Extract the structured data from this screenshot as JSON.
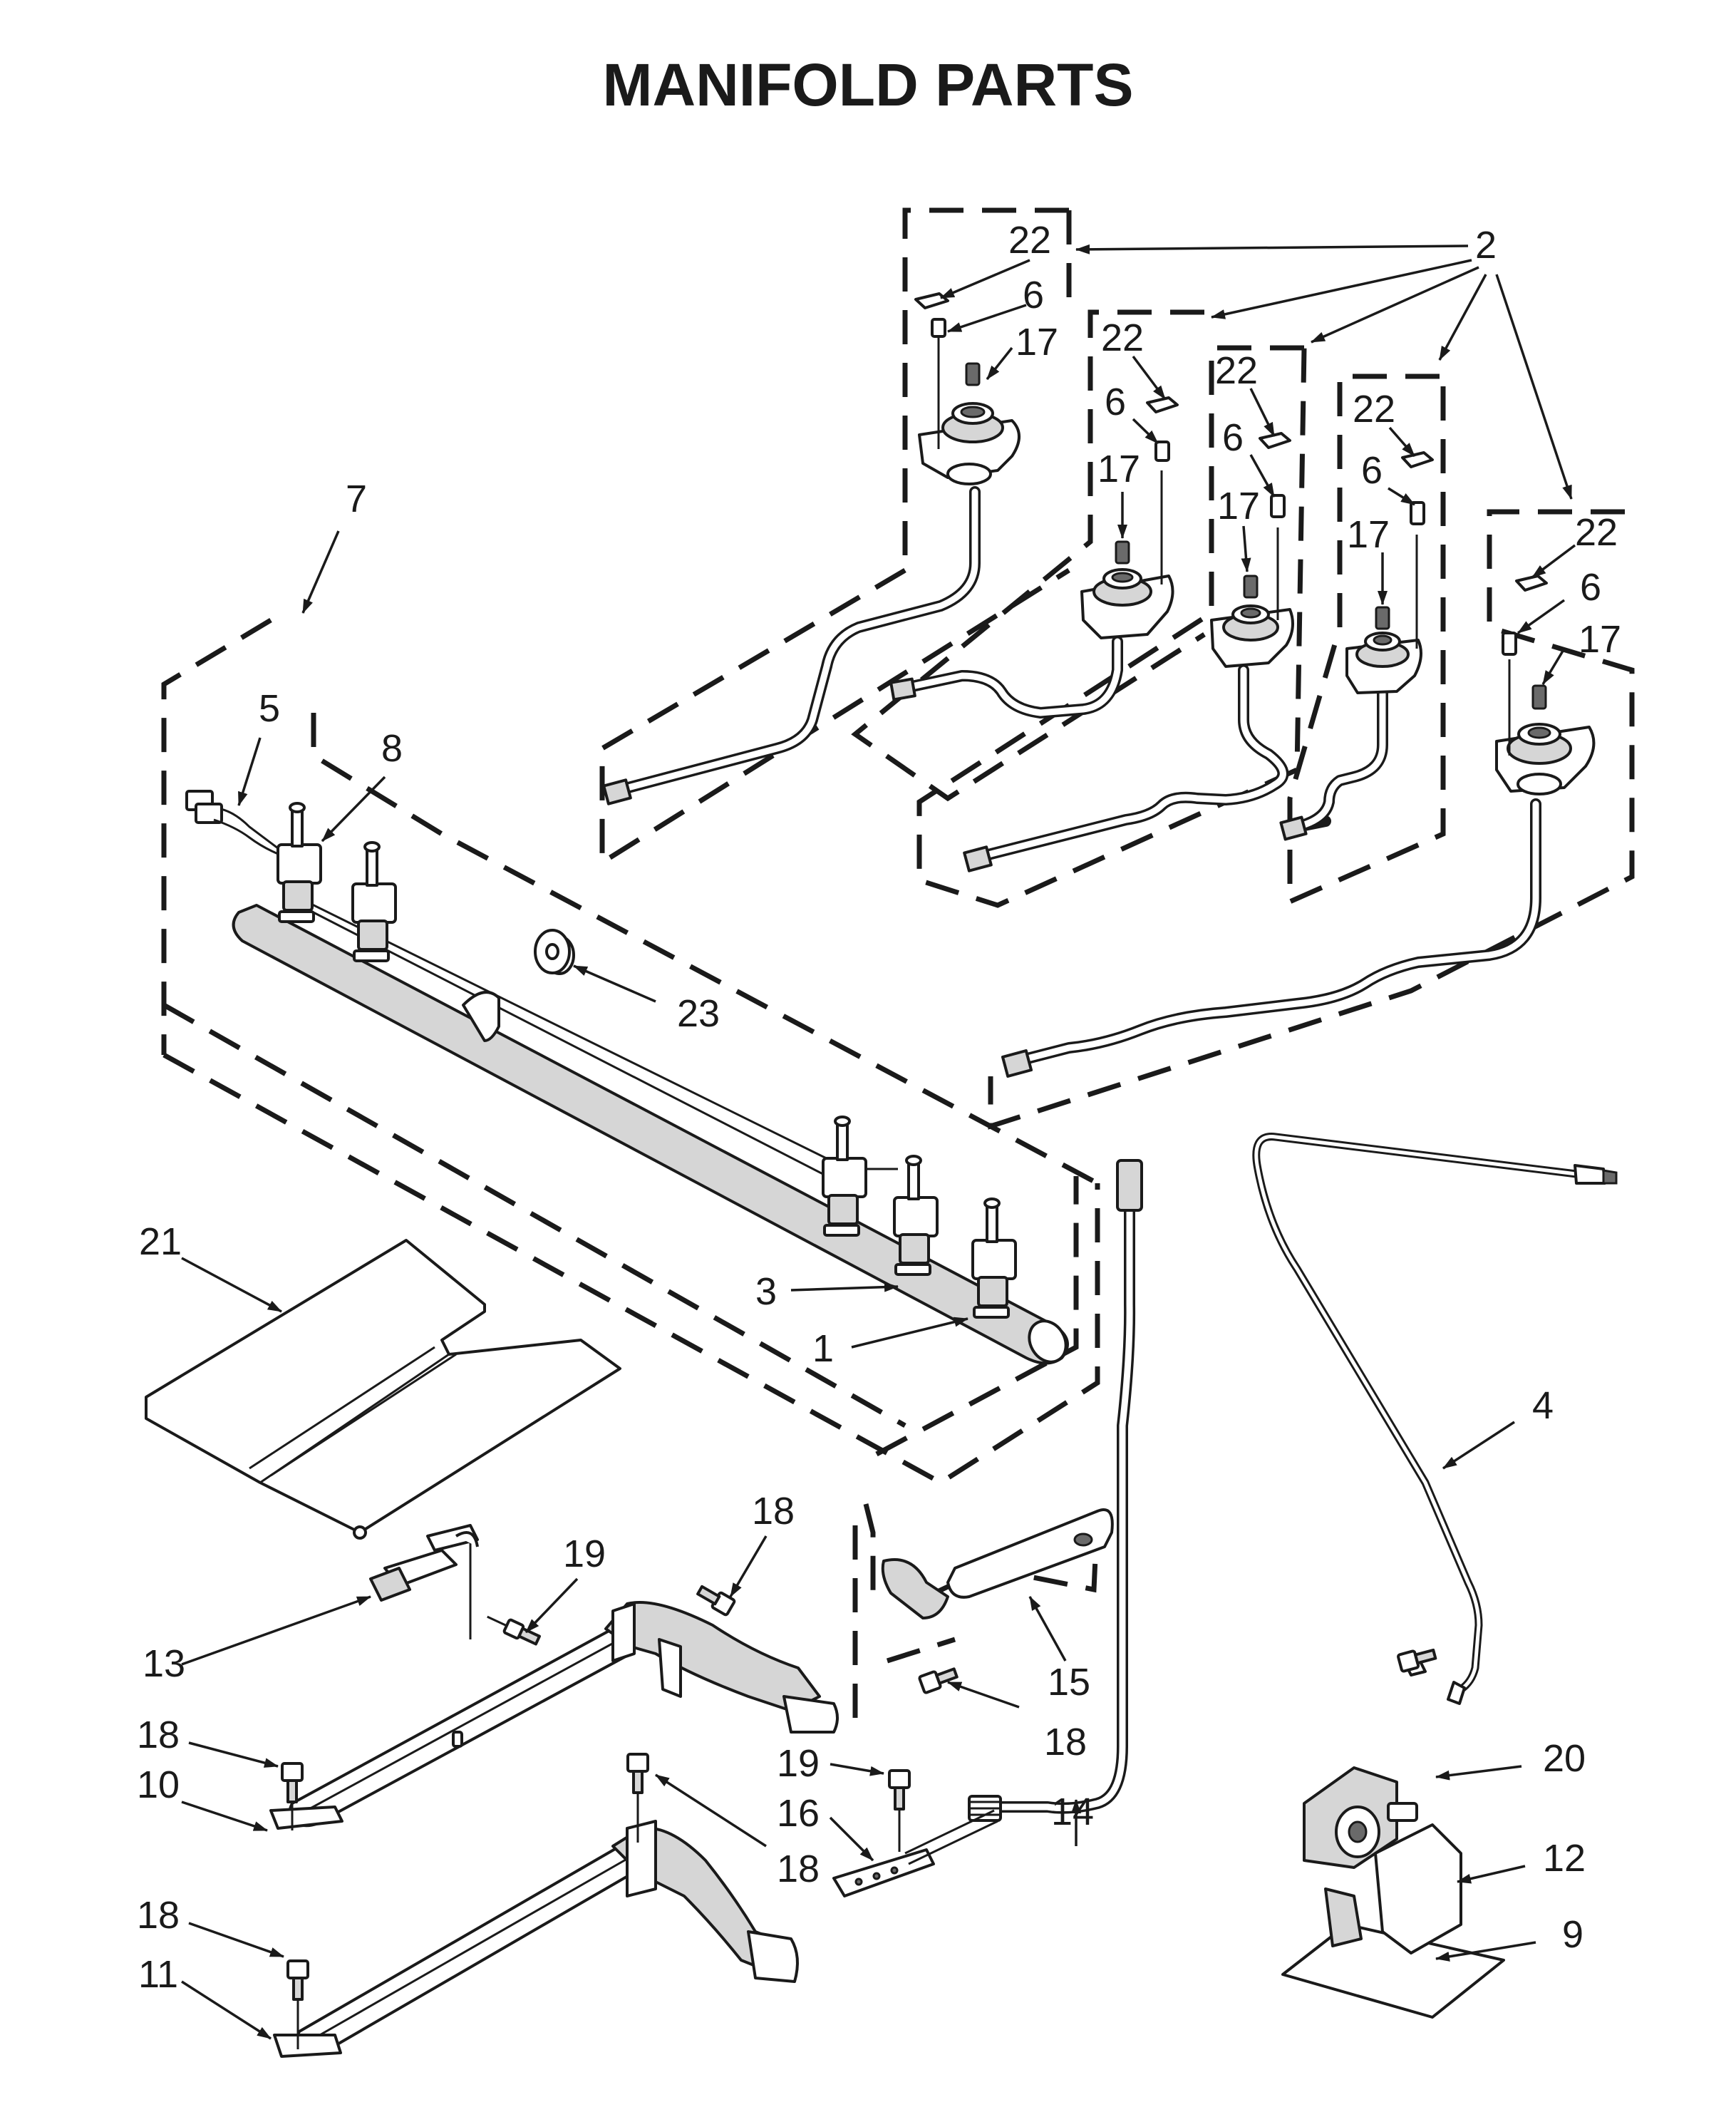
{
  "title": "MANIFOLD PARTS",
  "callouts": {
    "c1": "1",
    "c2": "2",
    "c3": "3",
    "c4": "4",
    "c5": "5",
    "c6": "6",
    "c7": "7",
    "c8": "8",
    "c9": "9",
    "c10": "10",
    "c11": "11",
    "c12": "12",
    "c13": "13",
    "c14": "14",
    "c15": "15",
    "c16": "16",
    "c17": "17",
    "c18": "18",
    "c19": "19",
    "c20": "20",
    "c21": "21",
    "c22": "22",
    "c23": "23"
  },
  "icons": {
    "burner_valve": "burner-valve-icon",
    "orifice": "orifice-icon",
    "igniter_clip": "igniter-clip-icon",
    "screw": "screw-icon",
    "gas_regulator": "gas-valve-icon",
    "oven_burner": "oven-burner-icon",
    "flame_spreader": "flame-spreader-icon"
  },
  "colors": {
    "line": "#1a1a1a",
    "fill": "#d6d6d6",
    "background": "#ffffff"
  }
}
